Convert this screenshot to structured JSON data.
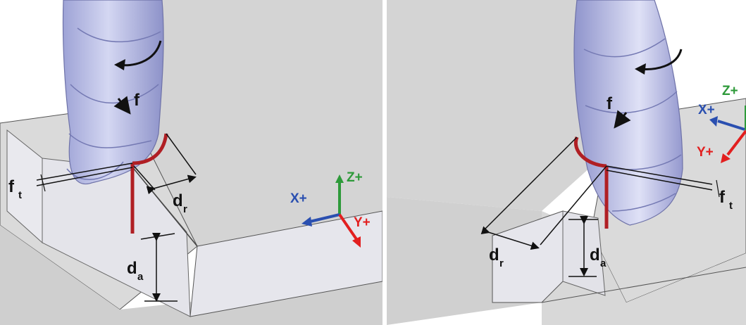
{
  "panels": [
    {
      "labels": {
        "feed": "f",
        "ft": "f",
        "ft_sub": "t",
        "dr": "d",
        "dr_sub": "r",
        "da": "d",
        "da_sub": "a"
      },
      "axes": {
        "x": "X+",
        "y": "Y+",
        "z": "Z+"
      }
    },
    {
      "labels": {
        "feed": "f",
        "ft": "f",
        "ft_sub": "t",
        "dr": "d",
        "dr_sub": "r",
        "da": "d",
        "da_sub": "a"
      },
      "axes": {
        "x": "X+",
        "y": "Y+",
        "z": "Z+"
      }
    }
  ],
  "colors": {
    "axis_x": "#2a4fb0",
    "axis_y": "#e21f1f",
    "axis_z": "#2e9a3a",
    "cut_edge": "#b01f24",
    "tool": "#b9bde6",
    "block_top": "#d6d6d6",
    "block_side": "#e6e6ec"
  }
}
